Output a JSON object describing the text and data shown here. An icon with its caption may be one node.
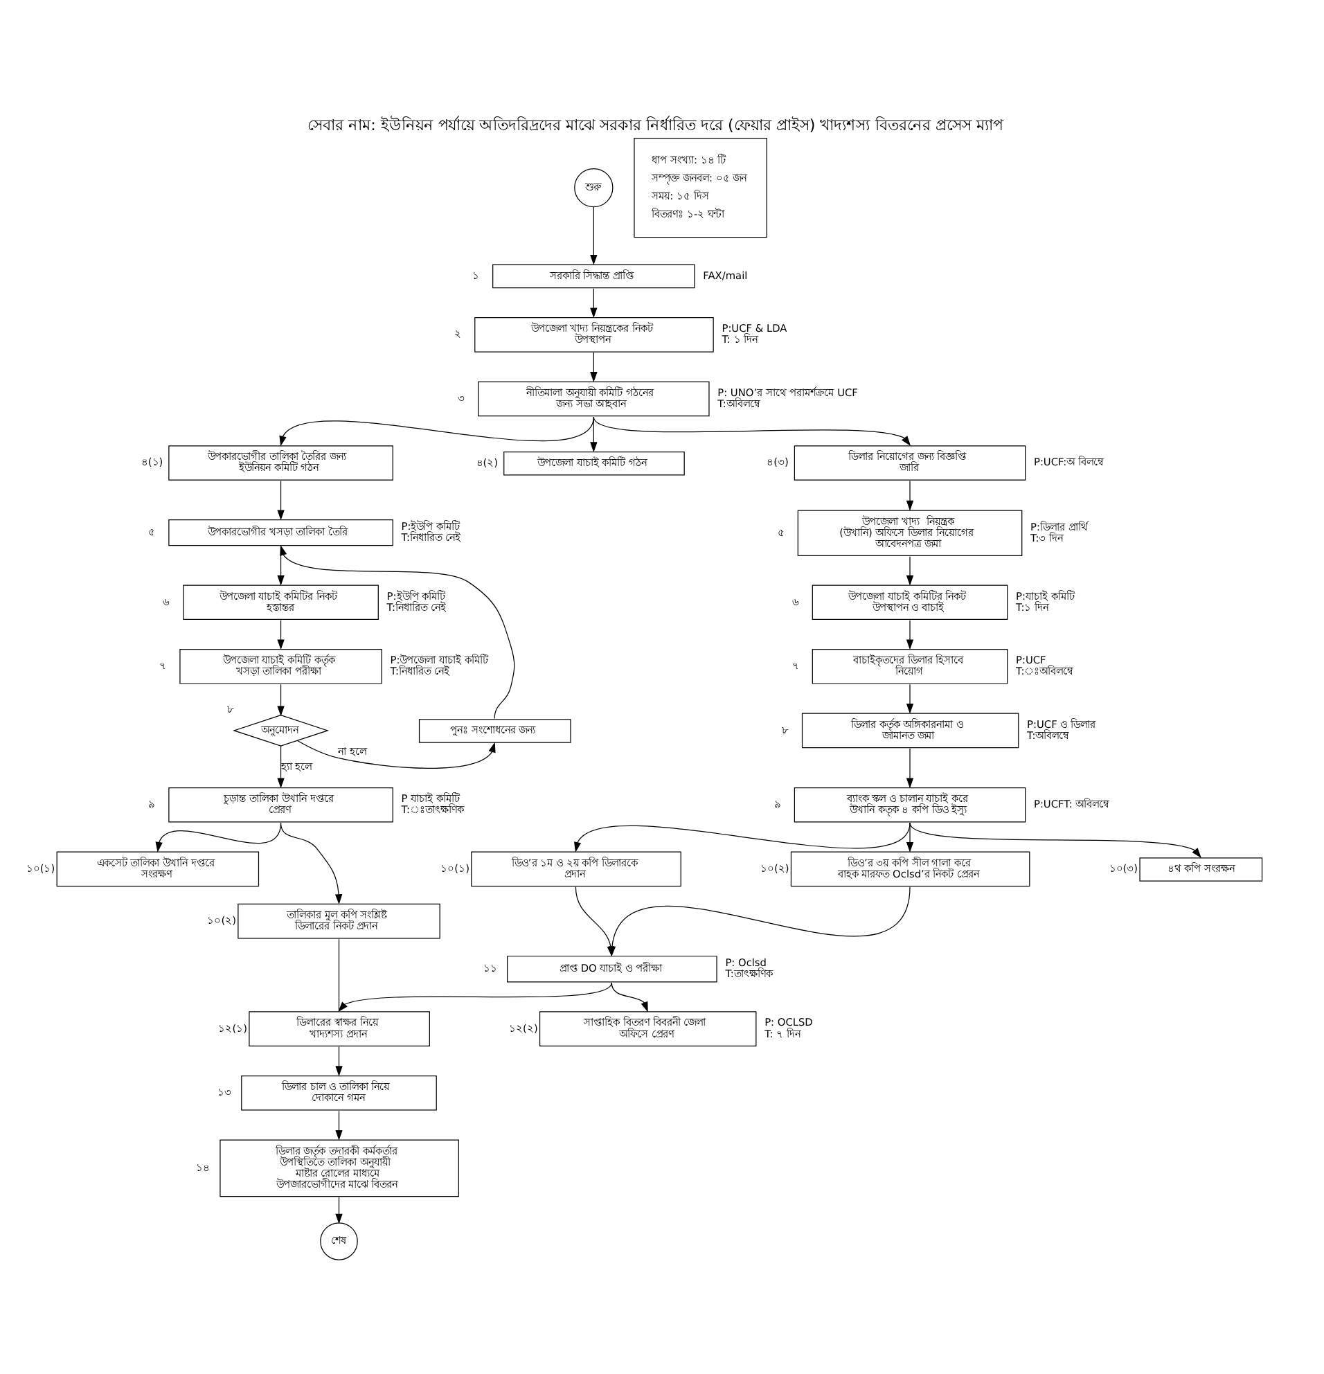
{
  "diagram": {
    "title": "সেবার নাম: ইউনিয়ন পর্যায়ে অতিদরিদ্রদের মাঝে সরকার নির্ধারিত দরে (ফেয়ার প্রাইস) খাদ্যশস্য বিতরনের প্রসেস ম্যাপ",
    "nodes": [
      {
        "text": [
          "শুরু"
        ]
      },
      {
        "text": [
          "সরকারি সিদ্ধান্ত প্রাপ্তি"
        ],
        "beside": [
          "১",
          "FAX/mail"
        ]
      },
      {
        "text": [
          "উপজেলা খাদ্য নিয়ন্ত্রকের নিকট উপস্থাপন"
        ],
        "beside": [
          "২",
          "P:UCF & LDA",
          "T: ১ দিন"
        ]
      },
      {
        "text": [
          "নীতিমালা অনুযায়ী কমিটি গঠনের জন্য সভা আহবান"
        ],
        "beside": [
          "৩",
          "P: UNO’র সাথে পরামর্শক্রমে UCF",
          "T:অবিলম্বে"
        ]
      },
      {
        "text": [
          "উপকারভোগীর তালিকা তৈরির জন্য ইউনিয়ন কমিটি গঠন"
        ],
        "beside": [
          "৪(১)"
        ]
      },
      {
        "text": [
          "উপজেলা যাচাই কমিটি গঠন"
        ],
        "beside": [
          "৪(২)"
        ]
      },
      {
        "text": [
          "ডিলার নিয়োগের জন্য বিজ্ঞপ্তি জারি"
        ],
        "beside": [
          "৪(৩)",
          "P:UCF:অ বিলম্বে"
        ]
      },
      {
        "text": [
          "উপকারভোগীর খসড়া তালিকা তৈরি"
        ],
        "beside": [
          "৫",
          "P:ইউপি কমিটি",
          "T:নিধারিত নেই"
        ]
      },
      {
        "text": [
          "উপজেলা যাচাই কমিটির নিকট হস্তান্তর"
        ],
        "beside": [
          "৬",
          "P:ইউপি কমিটি",
          "T:নিধারিত নেই"
        ]
      },
      {
        "text": [
          "উপজেলা যাচাই কমিটি কর্তৃক খসড়া তালিকা পরীক্ষা"
        ],
        "beside": [
          "৭",
          "P:উপজেলা যাচাই কমিটি",
          "T:নিধারিত নেই"
        ]
      },
      {
        "text": [
          "অনুমোদন"
        ],
        "beside": [
          "৮"
        ]
      },
      {
        "text": [
          "পুনঃ সংশোধনের জন্য"
        ]
      },
      {
        "text": [
          "চুড়ান্ত তালিকা উখানি দপ্তরে প্রেরণ"
        ],
        "beside": [
          "৯",
          "P যাচাই কমিটি",
          "T:ঃতাৎক্ষণিক"
        ]
      },
      {
        "text": [
          "একসেট তালিকা উখানি দপ্তরে সংরক্ষণ"
        ],
        "beside": [
          "১০(১)"
        ]
      },
      {
        "text": [
          "তালিকার মুল কপি সংশ্লিষ্ট ডিলারের নিকট প্রদান"
        ],
        "beside": [
          "১০(২)"
        ]
      },
      {
        "text": [
          "উপজেলা খাদ্য  নিয়ন্ত্রক (উখানি) অফিসে ডিলার নিয়োগের আবেদনপত্র জমা"
        ],
        "beside": [
          "৫",
          "P:ডিলার প্রার্থি",
          "T:৩ দিন"
        ]
      },
      {
        "text": [
          "উপজেলা যাচাই কমিটির নিকট উপস্থাপন ও বাচাই"
        ],
        "beside": [
          "৬",
          "P:যাচাই কমিটি",
          "T:১ দিন"
        ]
      },
      {
        "text": [
          "বাচাইকৃতদের ডিলার হিসাবে নিয়োগ"
        ],
        "beside": [
          "৭",
          "P:UCF",
          "T:ঃঅবিলম্বে"
        ]
      },
      {
        "text": [
          "ডিলার কর্তৃক অঙ্গিকারনামা ও জামানত জমা"
        ],
        "beside": [
          "৮",
          "P:UCF ও ডিলার",
          "T:অবিলম্বে"
        ]
      },
      {
        "text": [
          "ব্যাংক স্কল ও চালান যাচাই করে উখানি কতৃক ৪ কপি ডিও ইস্যু"
        ],
        "beside": [
          "৯",
          "P:UCFT: অবিলম্বে"
        ]
      },
      {
        "text": [
          "ডিও’র ১ম ও ২য় কপি ডিলারকে প্রদান"
        ],
        "beside": [
          "১০(১)"
        ]
      },
      {
        "text": [
          "ডিও’র ৩য় কপি সীল গালা করে বাহক মারফত Oclsd’র নিকট প্রেরন"
        ],
        "beside": [
          "১০(২)"
        ]
      },
      {
        "text": [
          "৪থ কপি সংরক্ষন"
        ],
        "beside": [
          "১০(৩)"
        ]
      },
      {
        "text": [
          "প্রাপ্ত DO যাচাই ও পরীক্ষা"
        ],
        "beside": [
          "১১",
          "P: Oclsd",
          "T:তাৎক্ষণিক"
        ]
      },
      {
        "text": [
          "ডিলারের স্বাক্ষর নিয়ে খাদ্যশস্য প্রদান"
        ],
        "beside": [
          "১২(১)"
        ]
      },
      {
        "text": [
          "সাপ্তাহিক বিতরণ বিবরনী জেলা অফিসে প্রেরণ"
        ],
        "beside": [
          "১২(২)",
          "P: OCLSD",
          "T: ৭ দিন"
        ]
      },
      {
        "text": [
          "ডিলার চাল ও তালিকা নিয়ে দোকানে গমন"
        ],
        "beside": [
          "১৩"
        ]
      },
      {
        "text": [
          "ডিলার জর্তৃক তদারকী কর্মকর্তার উপস্থিতিতে তালিকা অনুযায়ী মাষ্টার রোলের মাধ্যমে উপজারভোগীদের মাঝে বিতরন"
        ],
        "beside": [
          "১৪"
        ]
      },
      {
        "text": [
          "শেষ"
        ]
      },
      {
        "text": [
          "ধাপ সংখ্যা: ১৪ টি",
          "সম্পৃক্ত জনবল: ০৫ জন",
          "সময়: ১৫ দিস",
          "বিতরণঃ ১-২ ঘন্টা"
        ]
      }
    ],
    "edges": [
      {
        "from": 0,
        "to": 1,
        "arrow": "to"
      },
      {
        "from": 1,
        "to": 2,
        "arrow": "to"
      },
      {
        "from": 2,
        "to": 3,
        "arrow": "to"
      },
      {
        "from": 3,
        "to": 4,
        "arrow": "to"
      },
      {
        "from": 3,
        "to": 5,
        "arrow": "to"
      },
      {
        "from": 3,
        "to": 6,
        "arrow": "to"
      },
      {
        "from": 4,
        "to": 7,
        "arrow": "to"
      },
      {
        "from": 7,
        "to": 8,
        "arrow": "to"
      },
      {
        "from": 8,
        "to": 9,
        "arrow": "to"
      },
      {
        "from": 9,
        "to": 10,
        "arrow": "to"
      },
      {
        "from": 10,
        "to": 11,
        "arrow": "to",
        "label": "না হলে"
      },
      {
        "from": 11,
        "to": 7,
        "arrow": "to"
      },
      {
        "from": 10,
        "to": 12,
        "arrow": "to",
        "label": "হ্যা হলে"
      },
      {
        "from": 12,
        "to": 13,
        "arrow": "to"
      },
      {
        "from": 12,
        "to": 14,
        "arrow": "to"
      },
      {
        "from": 6,
        "to": 15,
        "arrow": "to"
      },
      {
        "from": 15,
        "to": 16,
        "arrow": "to"
      },
      {
        "from": 16,
        "to": 17,
        "arrow": "to"
      },
      {
        "from": 17,
        "to": 18,
        "arrow": "to"
      },
      {
        "from": 18,
        "to": 19,
        "arrow": "to"
      },
      {
        "from": 19,
        "to": 20,
        "arrow": "to"
      },
      {
        "from": 19,
        "to": 21,
        "arrow": "to"
      },
      {
        "from": 19,
        "to": 22,
        "arrow": "to"
      },
      {
        "from": 20,
        "to": 23,
        "arrow": "to"
      },
      {
        "from": 21,
        "to": 23,
        "arrow": "to"
      },
      {
        "from": 23,
        "to": 24,
        "arrow": "to"
      },
      {
        "from": 23,
        "to": 25,
        "arrow": "to"
      },
      {
        "from": 14,
        "to": 24,
        "arrow": "none"
      },
      {
        "from": 24,
        "to": 26,
        "arrow": "to"
      },
      {
        "from": 26,
        "to": 27,
        "arrow": "to"
      },
      {
        "from": 27,
        "to": 28,
        "arrow": "to"
      }
    ]
  }
}
